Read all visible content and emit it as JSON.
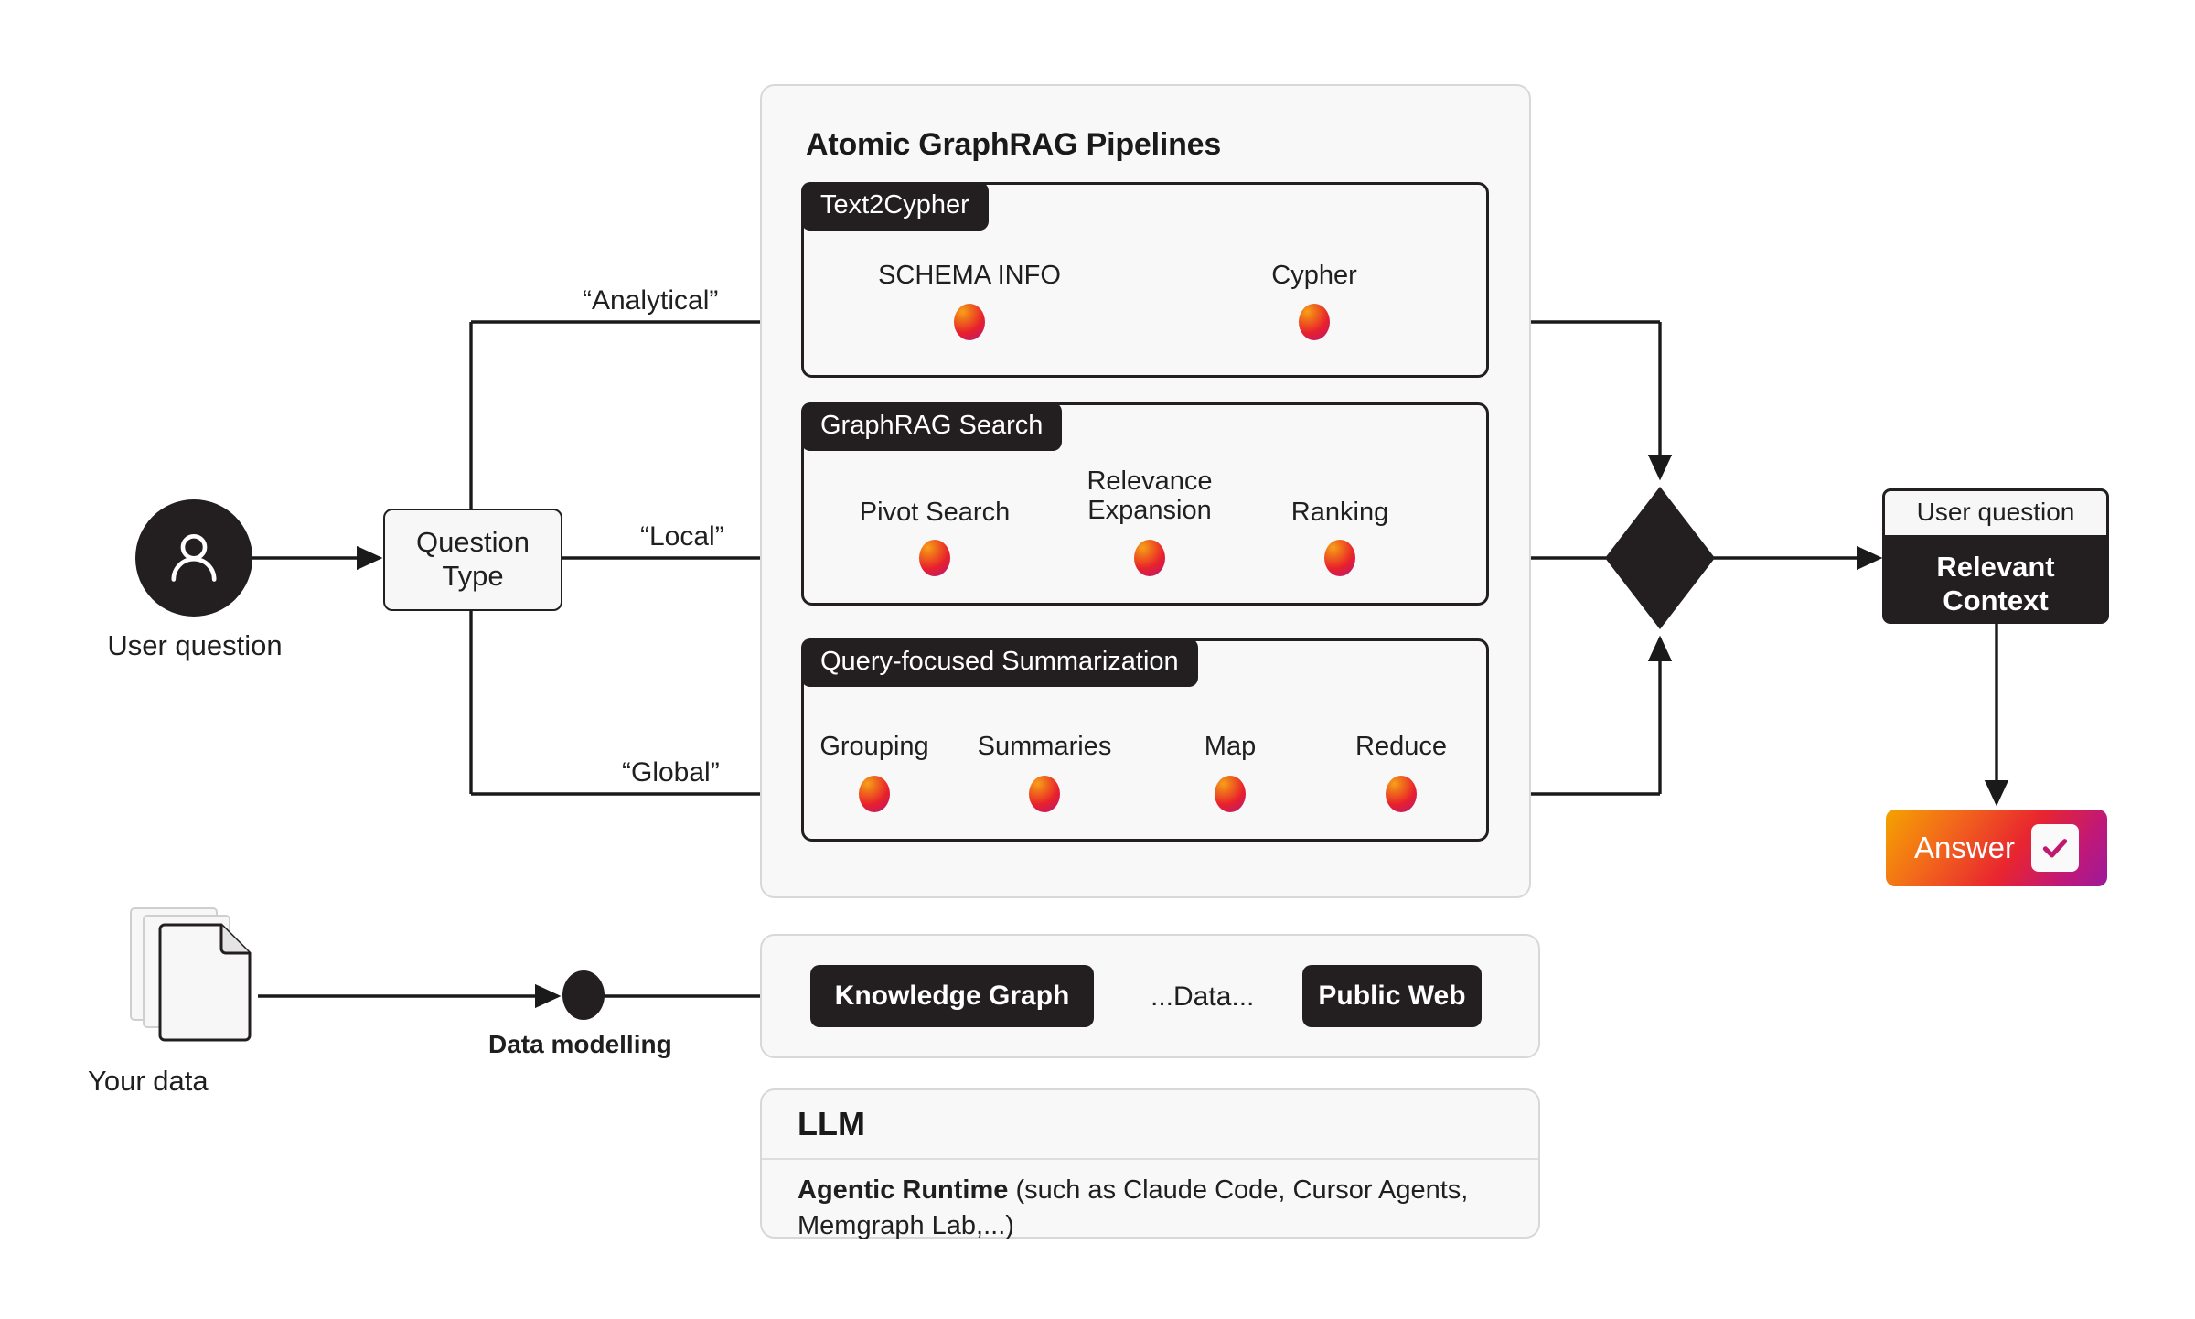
{
  "diagram": {
    "title": "Atomic GraphRAG Pipelines",
    "actor": {
      "label": "User question",
      "icon": "user-avatar-icon"
    },
    "router": {
      "label": "Question\nType",
      "routes": [
        {
          "label": "“Analytical”"
        },
        {
          "label": "“Local”"
        },
        {
          "label": "“Global”"
        }
      ]
    },
    "pipelines": [
      {
        "tag": "Text2Cypher",
        "steps": [
          {
            "label": "SCHEMA INFO"
          },
          {
            "label": "Cypher"
          }
        ]
      },
      {
        "tag": "GraphRAG Search",
        "steps": [
          {
            "label": "Pivot Search"
          },
          {
            "label": "Relevance\nExpansion"
          },
          {
            "label": "Ranking"
          }
        ]
      },
      {
        "tag": "Query-focused Summarization",
        "steps": [
          {
            "label": "Grouping"
          },
          {
            "label": "Summaries"
          },
          {
            "label": "Map"
          },
          {
            "label": "Reduce"
          }
        ]
      }
    ],
    "merge": {
      "name": "merge-decision-diamond"
    },
    "output": {
      "context_header": "User question",
      "context_body": "Relevant\nContext",
      "answer_label": "Answer",
      "answer_icon": "check-mark-icon"
    },
    "ingest": {
      "source_label": "Your data",
      "source_icon": "documents-stack-icon",
      "edge_label": "Data modelling"
    },
    "data_sources": {
      "items": [
        {
          "label": "Knowledge Graph"
        },
        {
          "label": "Public Web"
        }
      ],
      "separator": "...Data..."
    },
    "llm": {
      "title": "LLM",
      "runtime_bold": "Agentic Runtime",
      "runtime_rest": " (such as Claude Code, Cursor Agents, Memgraph Lab,...)"
    },
    "colors": {
      "ink": "#231f20",
      "panel_bg": "#f8f8f8",
      "panel_border": "#d8d8d8",
      "node_start": "#f7a01a",
      "node_end": "#b4187a",
      "answer_start": "#f5a300",
      "answer_end": "#9b1a9b"
    }
  }
}
